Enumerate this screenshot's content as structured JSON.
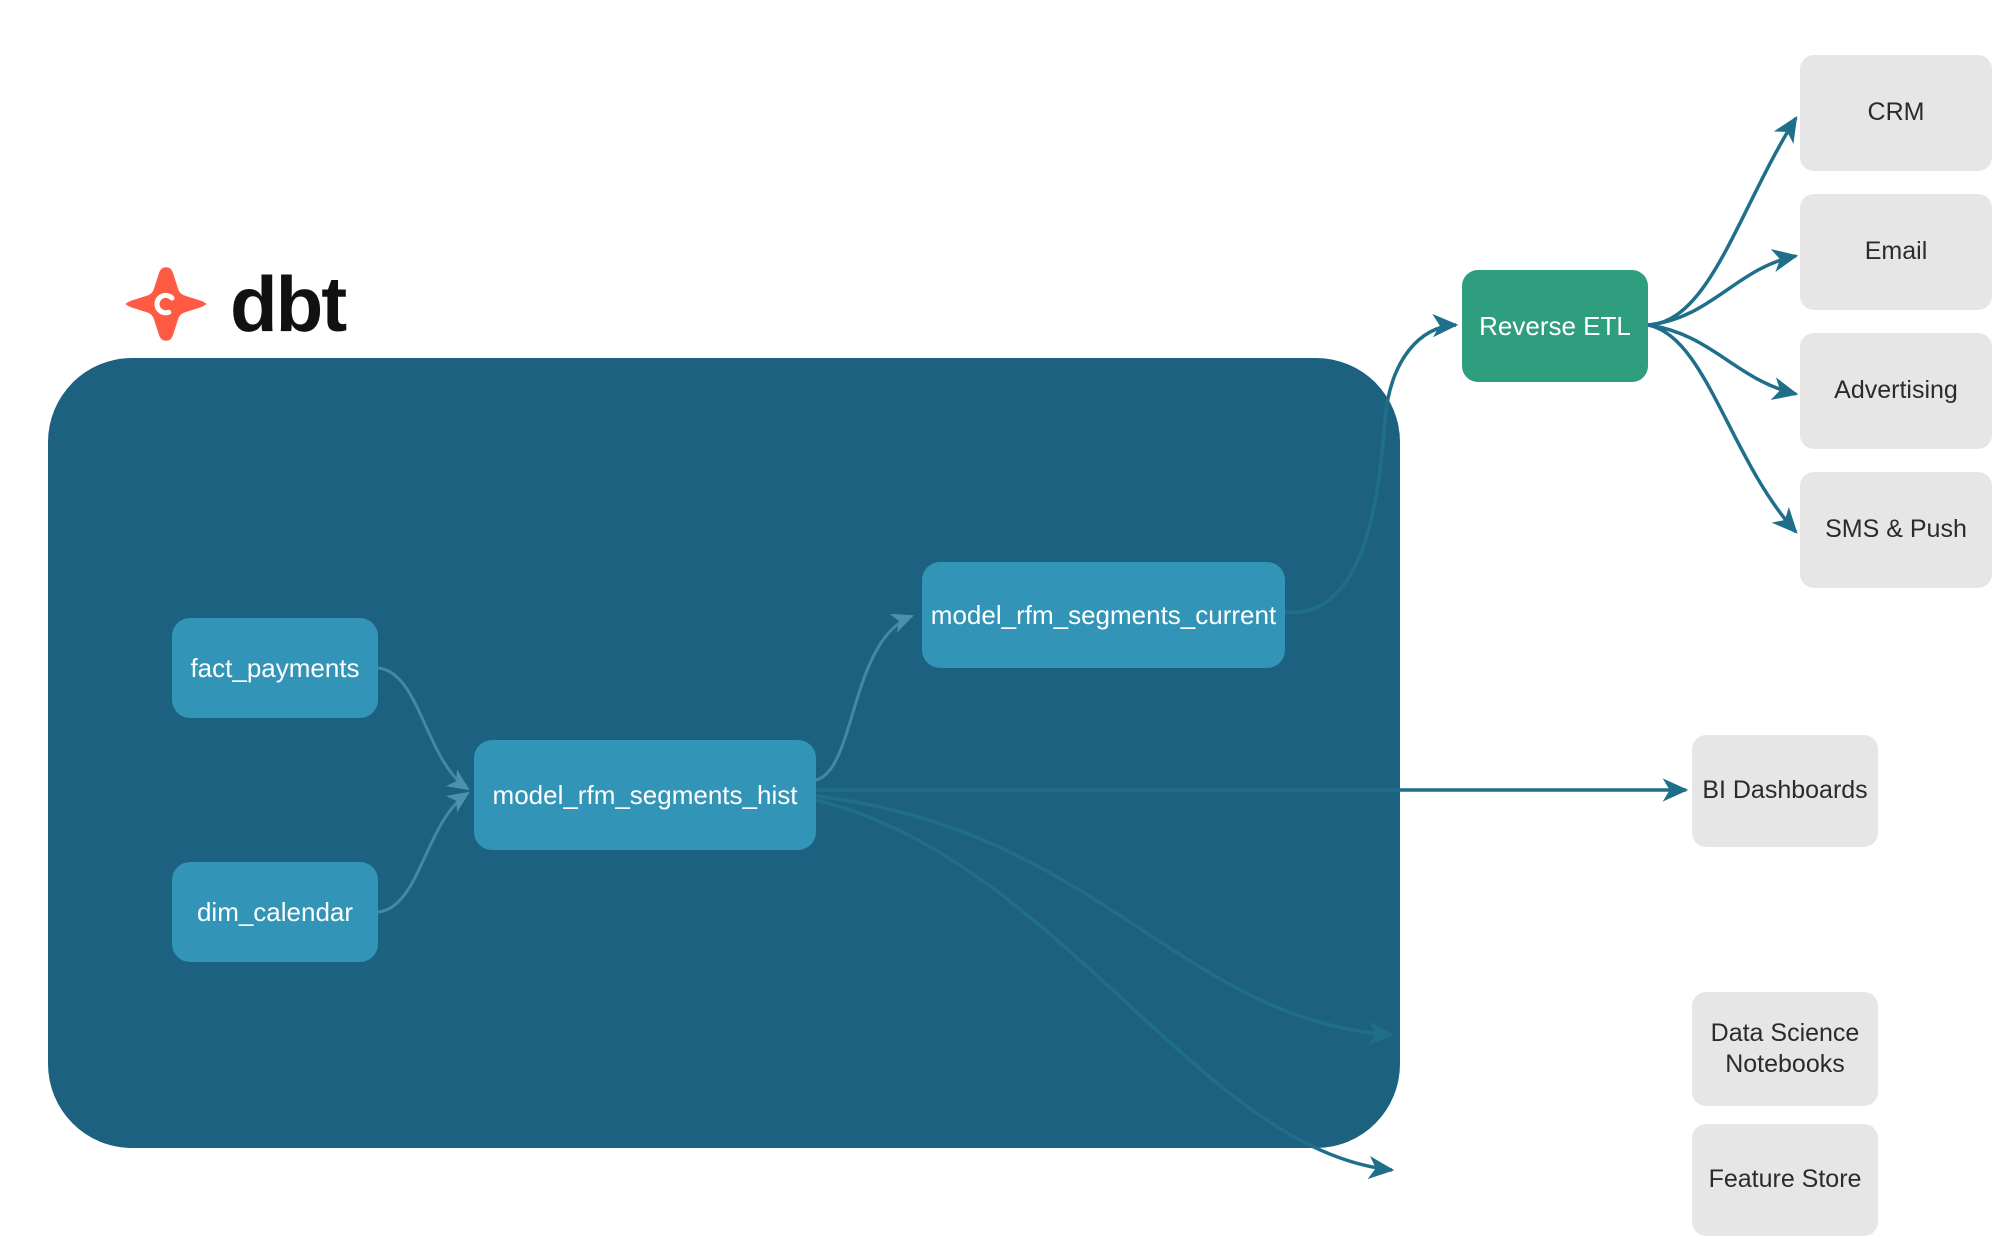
{
  "brand": {
    "logo_icon": "dbt-x-logo-icon",
    "wordmark": "dbt",
    "logo_color": "#FF5A44"
  },
  "colors": {
    "project_container": "#1D6180",
    "model_node": "#3295B8",
    "reverse_etl": "#2E9E7E",
    "destination": "#E6E6E6",
    "edge": "#1F6F8B",
    "internal_edge": "#3E8BA6",
    "background": "#FFFFFF",
    "node_text": "#FFFFFF",
    "destination_text": "#2B2B2B"
  },
  "diagram": {
    "type": "data-lineage-flow",
    "project_container_label": "",
    "models": [
      {
        "id": "fact_payments",
        "label": "fact_payments"
      },
      {
        "id": "dim_calendar",
        "label": "dim_calendar"
      },
      {
        "id": "model_rfm_segments_hist",
        "label": "model_rfm_segments_hist"
      },
      {
        "id": "model_rfm_segments_current",
        "label": "model_rfm_segments_current"
      }
    ],
    "transforms": [
      {
        "id": "reverse_etl",
        "label": "Reverse ETL"
      }
    ],
    "destinations": [
      {
        "id": "crm",
        "label": "CRM"
      },
      {
        "id": "email",
        "label": "Email"
      },
      {
        "id": "advertising",
        "label": "Advertising"
      },
      {
        "id": "sms_push",
        "label": "SMS & Push"
      },
      {
        "id": "bi_dashboards",
        "label": "BI Dashboards"
      },
      {
        "id": "data_science_notebooks",
        "label": "Data Science\nNotebooks"
      },
      {
        "id": "feature_store",
        "label": "Feature Store"
      }
    ],
    "edges": [
      {
        "from": "fact_payments",
        "to": "model_rfm_segments_hist"
      },
      {
        "from": "dim_calendar",
        "to": "model_rfm_segments_hist"
      },
      {
        "from": "model_rfm_segments_hist",
        "to": "model_rfm_segments_current"
      },
      {
        "from": "model_rfm_segments_current",
        "to": "reverse_etl"
      },
      {
        "from": "model_rfm_segments_hist",
        "to": "bi_dashboards"
      },
      {
        "from": "model_rfm_segments_hist",
        "to": "data_science_notebooks"
      },
      {
        "from": "model_rfm_segments_hist",
        "to": "feature_store"
      },
      {
        "from": "reverse_etl",
        "to": "crm"
      },
      {
        "from": "reverse_etl",
        "to": "email"
      },
      {
        "from": "reverse_etl",
        "to": "advertising"
      },
      {
        "from": "reverse_etl",
        "to": "sms_push"
      }
    ]
  }
}
